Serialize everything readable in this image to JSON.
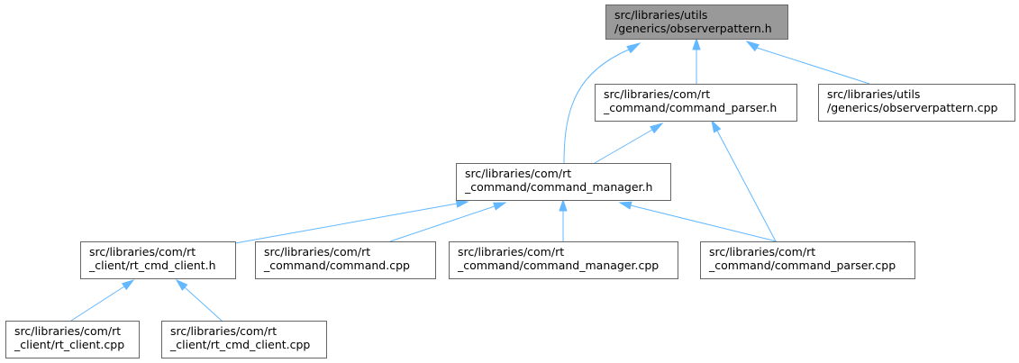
{
  "nodes": [
    {
      "id": "observer_h",
      "lines": [
        "src/libraries/utils",
        "/generics/observerpattern.h"
      ],
      "root": true
    },
    {
      "id": "parser_h",
      "lines": [
        "src/libraries/com/rt",
        "_command/command_parser.h"
      ]
    },
    {
      "id": "observer_cpp",
      "lines": [
        "src/libraries/utils",
        "/generics/observerpattern.cpp"
      ]
    },
    {
      "id": "manager_h",
      "lines": [
        "src/libraries/com/rt",
        "_command/command_manager.h"
      ]
    },
    {
      "id": "rt_cmd_client_h",
      "lines": [
        "src/libraries/com/rt",
        "_client/rt_cmd_client.h"
      ]
    },
    {
      "id": "command_cpp",
      "lines": [
        "src/libraries/com/rt",
        "_command/command.cpp"
      ]
    },
    {
      "id": "manager_cpp",
      "lines": [
        "src/libraries/com/rt",
        "_command/command_manager.cpp"
      ]
    },
    {
      "id": "parser_cpp",
      "lines": [
        "src/libraries/com/rt",
        "_command/command_parser.cpp"
      ]
    },
    {
      "id": "rt_client_cpp",
      "lines": [
        "src/libraries/com/rt",
        "_client/rt_client.cpp"
      ]
    },
    {
      "id": "rt_cmd_client_cpp",
      "lines": [
        "src/libraries/com/rt",
        "_client/rt_cmd_client.cpp"
      ]
    }
  ],
  "edges": [
    {
      "from": "parser_h",
      "to": "observer_h"
    },
    {
      "from": "observer_cpp",
      "to": "observer_h"
    },
    {
      "from": "manager_h",
      "to": "observer_h"
    },
    {
      "from": "manager_h",
      "to": "parser_h"
    },
    {
      "from": "parser_cpp",
      "to": "parser_h"
    },
    {
      "from": "rt_cmd_client_h",
      "to": "manager_h"
    },
    {
      "from": "command_cpp",
      "to": "manager_h"
    },
    {
      "from": "manager_cpp",
      "to": "manager_h"
    },
    {
      "from": "parser_cpp",
      "to": "manager_h"
    },
    {
      "from": "rt_client_cpp",
      "to": "rt_cmd_client_h"
    },
    {
      "from": "rt_cmd_client_cpp",
      "to": "rt_cmd_client_h"
    }
  ],
  "colors": {
    "edge": "#63b8ff",
    "root_fill": "#999999",
    "node_fill": "#ffffff",
    "node_border": "#666666"
  }
}
